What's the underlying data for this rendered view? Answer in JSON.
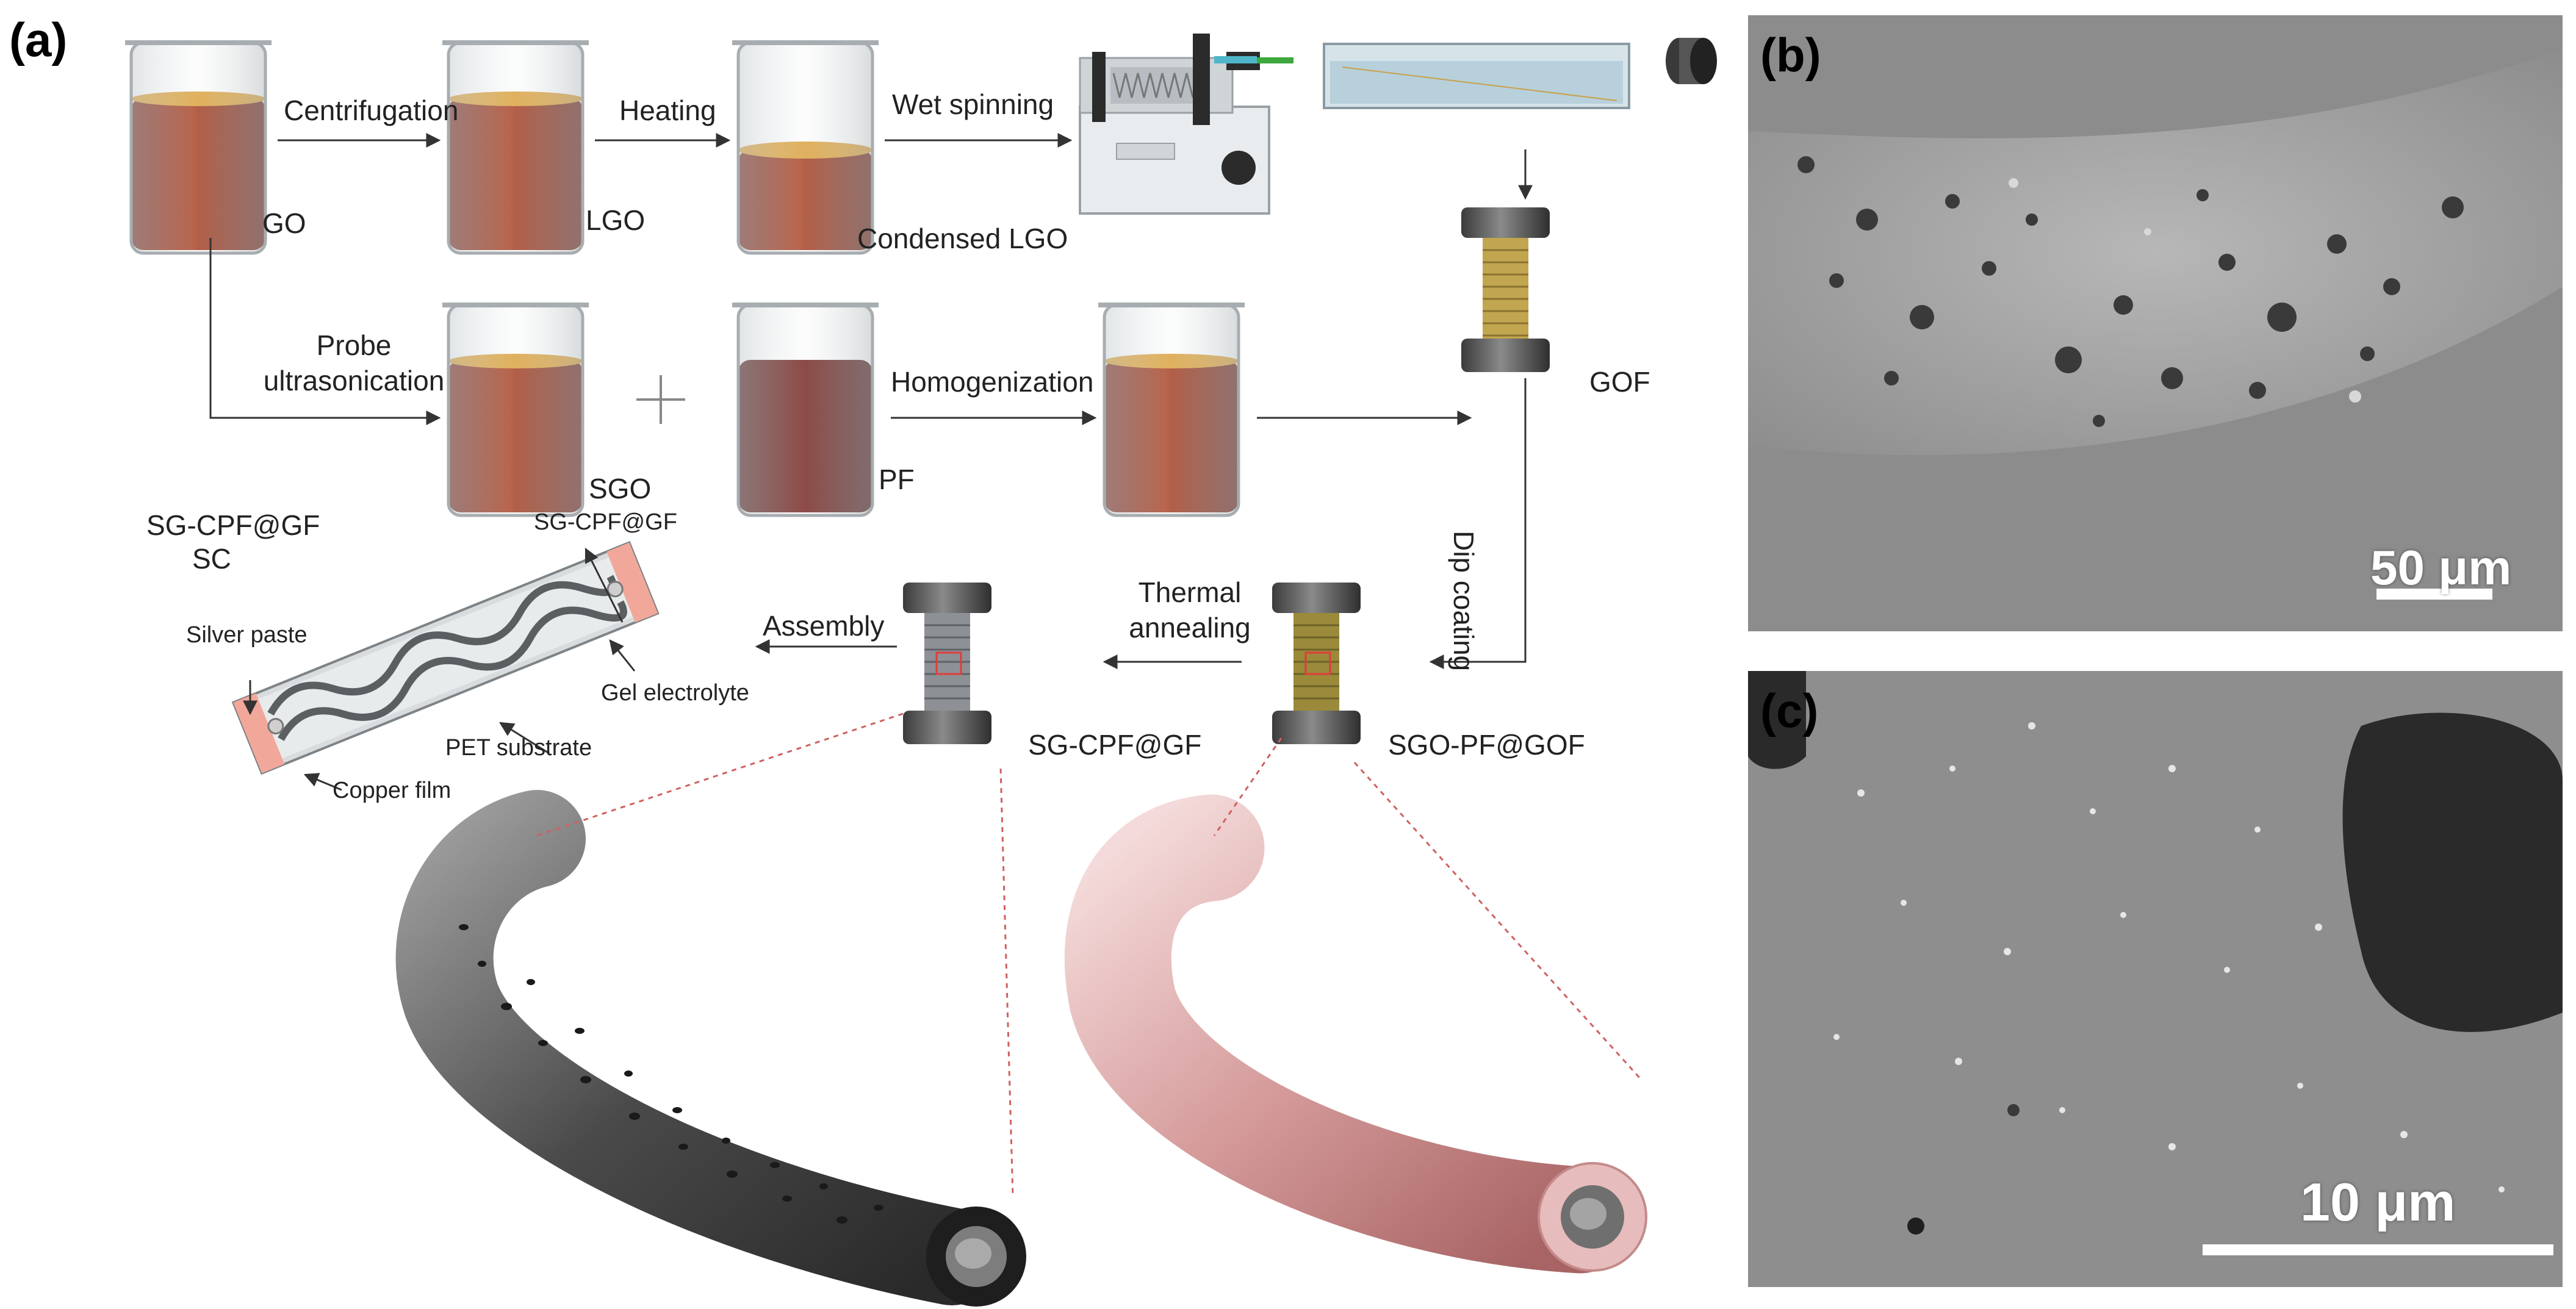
{
  "panels": {
    "a": "(a)",
    "b": "(b)",
    "c": "(c)"
  },
  "labels": {
    "go": "GO",
    "lgo": "LGO",
    "condensed_lgo": "Condensed LGO",
    "sgo": "SGO",
    "pf": "PF",
    "gof": "GOF",
    "sgo_pf_gof": "SGO-PF@GOF",
    "sg_cpf_gf": "SG-CPF@GF",
    "device_title_1": "SG-CPF@GF",
    "device_title_2": "SC",
    "device_fiber": "SG-CPF@GF",
    "silver_paste": "Silver paste",
    "gel_electrolyte": "Gel electrolyte",
    "pet_substrate": "PET substrate",
    "copper_film": "Copper film"
  },
  "steps": {
    "centrifugation": "Centrifugation",
    "heating": "Heating",
    "wet_spinning": "Wet spinning",
    "probe_1": "Probe",
    "probe_2": "ultrasonication",
    "homogenization": "Homogenization",
    "dip_coating": "Dip coating",
    "thermal_1": "Thermal",
    "thermal_2": "annealing",
    "assembly": "Assembly"
  },
  "scale_bars": {
    "b": "50 μm",
    "c": "10 μm"
  },
  "colors": {
    "go_liquid": "#8a1e0c",
    "pf_liquid": "#5a0d08",
    "foam": "#d99a2b",
    "fiber_dark": "#3a3a3a",
    "fiber_pink": "#d9a3a3",
    "sem_gray": "#8e8e8e",
    "copper": "#f2a79b"
  }
}
